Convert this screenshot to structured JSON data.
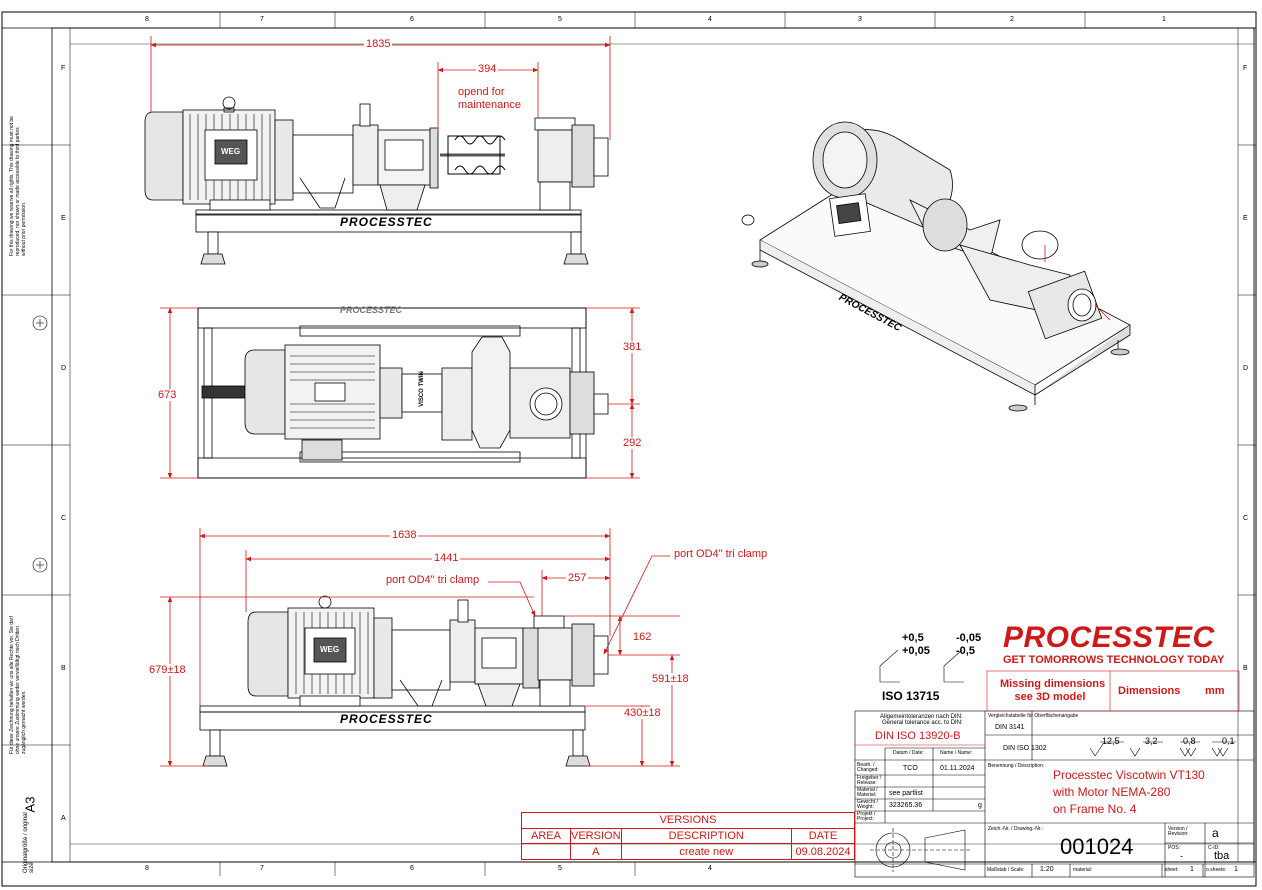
{
  "sheet": {
    "format": "A3",
    "format_caption": "Originalgröße / original size",
    "column_ticks_top": [
      "8",
      "7",
      "6",
      "5",
      "4",
      "3",
      "2",
      "1"
    ],
    "column_ticks_bottom": [
      "8",
      "7",
      "6",
      "5",
      "4"
    ],
    "row_ticks": [
      "F",
      "E",
      "D",
      "C",
      "B",
      "A"
    ],
    "copyright_note_upper": "For this drawing we reserve all rights. This drawing must not be reproduced, nor shown or made accessible to third parties without prior permission.",
    "copyright_note_lower": "Für diese Zeichnung behalten wir uns alle Rechte vor. Sie darf ohne unsere Zustimmung weder vervielfältigt noch Dritten zugänglich gemacht werden."
  },
  "views": {
    "side_top": {
      "dim_total": "1835",
      "dim_maintenance": "394",
      "note_maintenance": [
        "opend for",
        "maintenance"
      ],
      "frame_brand": "PROCESSTEC",
      "motor_brand": "WEG"
    },
    "plan": {
      "dim_width": "673",
      "dim_upper": "381",
      "dim_lower": "292",
      "frame_brand": "PROCESSTEC",
      "pump_label": "VISCO TWIN"
    },
    "side_bottom": {
      "dim_total": "1638",
      "dim_motor_to_port": "1441",
      "dim_port_offset": "257",
      "dim_height_total": "679±18",
      "dim_outlet_height": "591±18",
      "dim_frame_height": "430±18",
      "dim_port_vertical": "162",
      "note_port_1": "port OD4\" tri clamp",
      "note_port_2": "port OD4\" tri clamp",
      "frame_brand": "PROCESSTEC",
      "motor_brand": "WEG"
    },
    "iso_view": {
      "frame_brand": "PROCESSTEC"
    }
  },
  "tolerance": {
    "upper_pos": "+0,5",
    "lower_pos": "+0,05",
    "upper_neg": "-0,05",
    "lower_neg": "-0,5",
    "iso": "ISO 13715"
  },
  "title_block": {
    "company": "PROCESSTEC",
    "slogan": "GET TOMORROWS TECHNOLOGY TODAY",
    "missing_note": [
      "Missing dimensions",
      "see 3D model"
    ],
    "dimensions_label": "Dimensions",
    "dimensions_unit": "mm",
    "general_tol_caption_de": "Allgemeintoleranzen nach DIN:",
    "general_tol_caption_en": "General tolerance acc. to DIN:",
    "general_tol_value": "DIN ISO 13920-B",
    "surface_caption": "Vergleichstabelle für Oberflächenangabe",
    "din_3141": "DIN 3141",
    "din_iso_1302": "DIN ISO 1302",
    "roughness": [
      "12,5",
      "3,2",
      "0,8",
      "0,1"
    ],
    "col_date_caption": "Datum / Date:",
    "col_name_caption": "Name / Name:",
    "changed_caption": "Bearb. / Changed:",
    "released_caption": "Freigeber / Release:",
    "material_caption": "Material / Material:",
    "weight_caption": "Gewicht / Weight:",
    "project_caption": "Projekt / Project:",
    "changed_name": "TCO",
    "changed_date": "01.11.2024",
    "material_value": "see partlist",
    "weight_value": "323265.36",
    "weight_unit": "g",
    "description_caption": "Benennung / Description:",
    "description": [
      "Processtec Viscotwin VT130",
      "with Motor NEMA-280",
      "on Frame No. 4"
    ],
    "drawing_no_caption": "Zeich.-Nr. / Drawing.-Nr.:",
    "drawing_no": "001024",
    "version_caption": "Version / Revision:",
    "version_value": "a",
    "pos_caption": "POS:",
    "pos_value": "-",
    "cid_caption": "C-ID:",
    "cid_value": "tba",
    "scale_caption": "Maßstab / Scale:",
    "scale_value": "1:20",
    "material_caption2": "material:",
    "sheet_caption": "sheet:",
    "sheet_value": "1",
    "sheets_caption": "o.sheets:",
    "sheets_value": "1"
  },
  "versions_table": {
    "title": "VERSIONS",
    "headers": [
      "AREA",
      "VERSION",
      "DESCRIPTION",
      "DATE"
    ],
    "rows": [
      [
        "",
        "A",
        "create new",
        "09.08.2024"
      ]
    ]
  },
  "colors": {
    "dimension_red": "#d01818",
    "line_black": "#000000",
    "machine_gray": "#bfbfbf"
  }
}
